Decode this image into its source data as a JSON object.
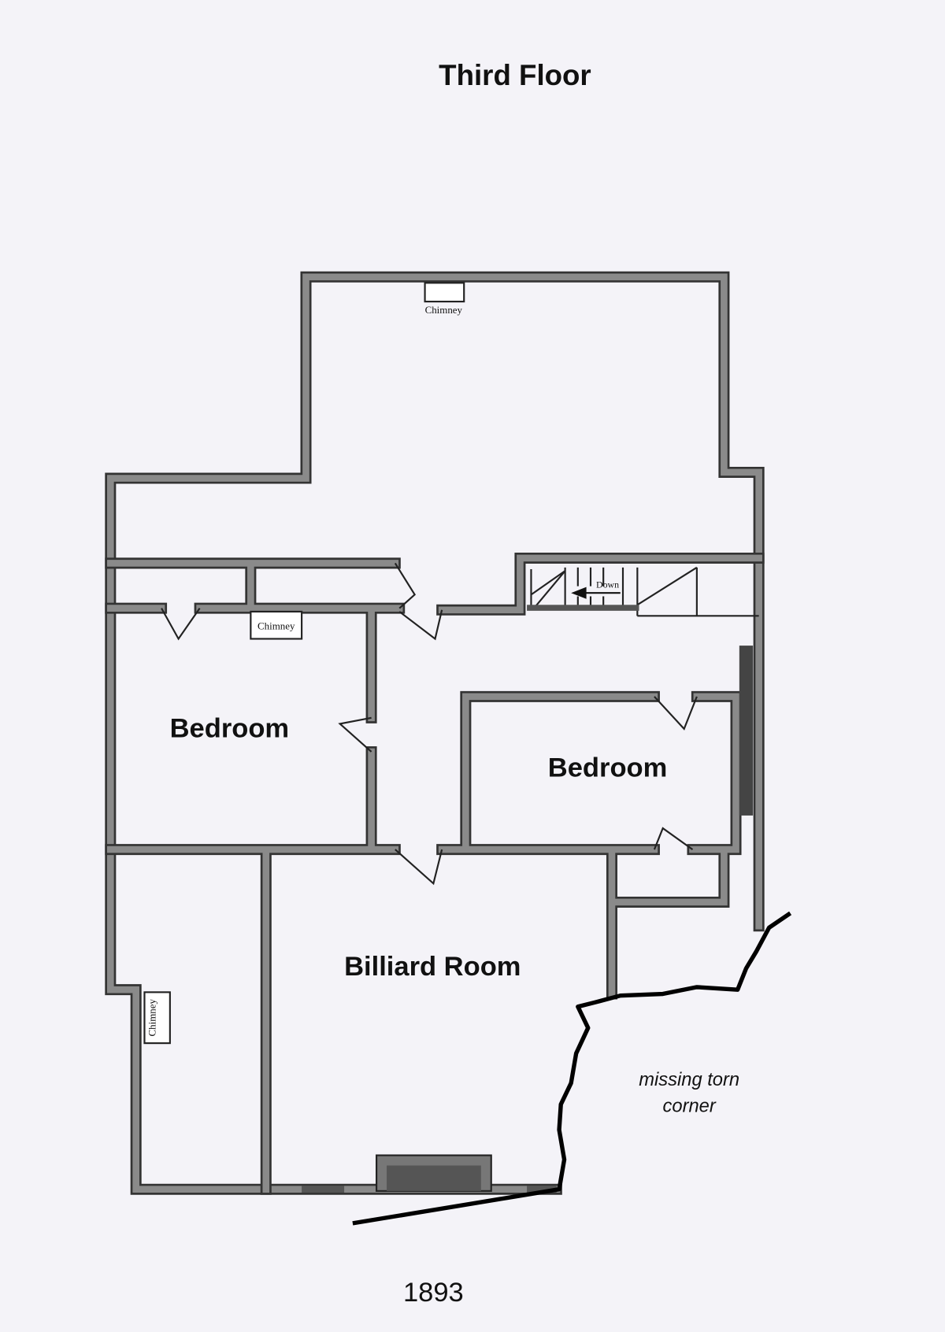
{
  "title": "Third Floor",
  "rooms": {
    "bedroom_left": "Bedroom",
    "bedroom_right": "Bedroom",
    "billiard": "Billiard Room"
  },
  "fixtures": {
    "chimney_top": "Chimney",
    "chimney_mid": "Chimney",
    "chimney_left": "Chimney",
    "stairs": "Down"
  },
  "annotation": {
    "line1": "missing torn",
    "line2": "corner"
  },
  "year": "1893",
  "colors": {
    "wall": "#8a8a8a",
    "wall_outline": "#333333",
    "paper": "#f4f3f8",
    "tear": "#000000"
  }
}
